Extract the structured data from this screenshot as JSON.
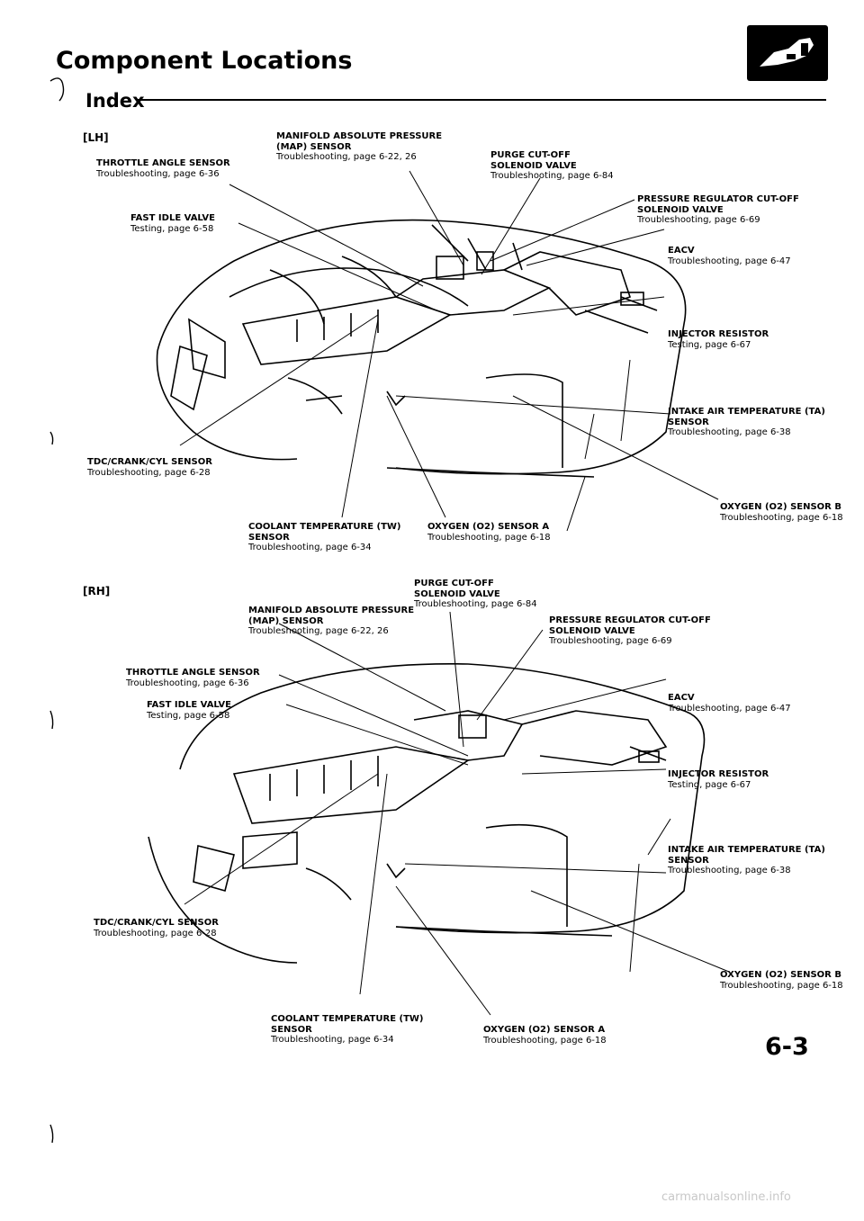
{
  "header": {
    "title": "Component Locations",
    "subtitle": "Index"
  },
  "lh": {
    "section": "[LH]",
    "throttle": {
      "name": "THROTTLE ANGLE SENSOR",
      "desc": "Troubleshooting, page 6-36"
    },
    "map": {
      "name1": "MANIFOLD ABSOLUTE PRESSURE",
      "name2": "(MAP) SENSOR",
      "desc": "Troubleshooting, page 6-22, 26"
    },
    "purge": {
      "name1": "PURGE CUT-OFF",
      "name2": "SOLENOID VALVE",
      "desc": "Troubleshooting, page 6-84"
    },
    "fastidle": {
      "name": "FAST IDLE VALVE",
      "desc": "Testing, page 6-58"
    },
    "pressure": {
      "name1": "PRESSURE REGULATOR CUT-OFF",
      "name2": "SOLENOID VALVE",
      "desc": "Troubleshooting, page 6-69"
    },
    "eacv": {
      "name": "EACV",
      "desc": "Troubleshooting, page 6-47"
    },
    "injector": {
      "name": "INJECTOR RESISTOR",
      "desc": "Testing, page 6-67"
    },
    "iat": {
      "name1": "INTAKE AIR TEMPERATURE (TA)",
      "name2": "SENSOR",
      "desc": "Troubleshooting, page 6-38"
    },
    "tdc": {
      "name": "TDC/CRANK/CYL SENSOR",
      "desc": "Troubleshooting, page 6-28"
    },
    "o2b": {
      "name": "OXYGEN (O2) SENSOR B",
      "desc": "Troubleshooting, page 6-18"
    },
    "coolant": {
      "name1": "COOLANT TEMPERATURE (TW)",
      "name2": "SENSOR",
      "desc": "Troubleshooting, page 6-34"
    },
    "o2a": {
      "name": "OXYGEN (O2) SENSOR A",
      "desc": "Troubleshooting, page 6-18"
    }
  },
  "rh": {
    "section": "[RH]",
    "purge": {
      "name1": "PURGE CUT-OFF",
      "name2": "SOLENOID VALVE",
      "desc": "Troubleshooting, page 6-84"
    },
    "map": {
      "name1": "MANIFOLD ABSOLUTE PRESSURE",
      "name2": "(MAP) SENSOR",
      "desc": "Troubleshooting, page 6-22, 26"
    },
    "pressure": {
      "name1": "PRESSURE REGULATOR CUT-OFF",
      "name2": "SOLENOID VALVE",
      "desc": "Troubleshooting, page 6-69"
    },
    "throttle": {
      "name": "THROTTLE ANGLE SENSOR",
      "desc": "Troubleshooting, page 6-36"
    },
    "eacv": {
      "name": "EACV",
      "desc": "Troubleshooting, page 6-47"
    },
    "fastidle": {
      "name": "FAST IDLE VALVE",
      "desc": "Testing, page 6-58"
    },
    "injector": {
      "name": "INJECTOR RESISTOR",
      "desc": "Testing, page 6-67"
    },
    "iat": {
      "name1": "INTAKE AIR TEMPERATURE (TA)",
      "name2": "SENSOR",
      "desc": "Troubleshooting, page 6-38"
    },
    "tdc": {
      "name": "TDC/CRANK/CYL SENSOR",
      "desc": "Troubleshooting, page 6-28"
    },
    "o2b": {
      "name": "OXYGEN (O2) SENSOR B",
      "desc": "Troubleshooting, page 6-18"
    },
    "coolant": {
      "name1": "COOLANT TEMPERATURE (TW)",
      "name2": "SENSOR",
      "desc": "Troubleshooting, page 6-34"
    },
    "o2a": {
      "name": "OXYGEN (O2) SENSOR A",
      "desc": "Troubleshooting, page 6-18"
    }
  },
  "page_number": "6-3",
  "footer": "carmanualsonline.info"
}
